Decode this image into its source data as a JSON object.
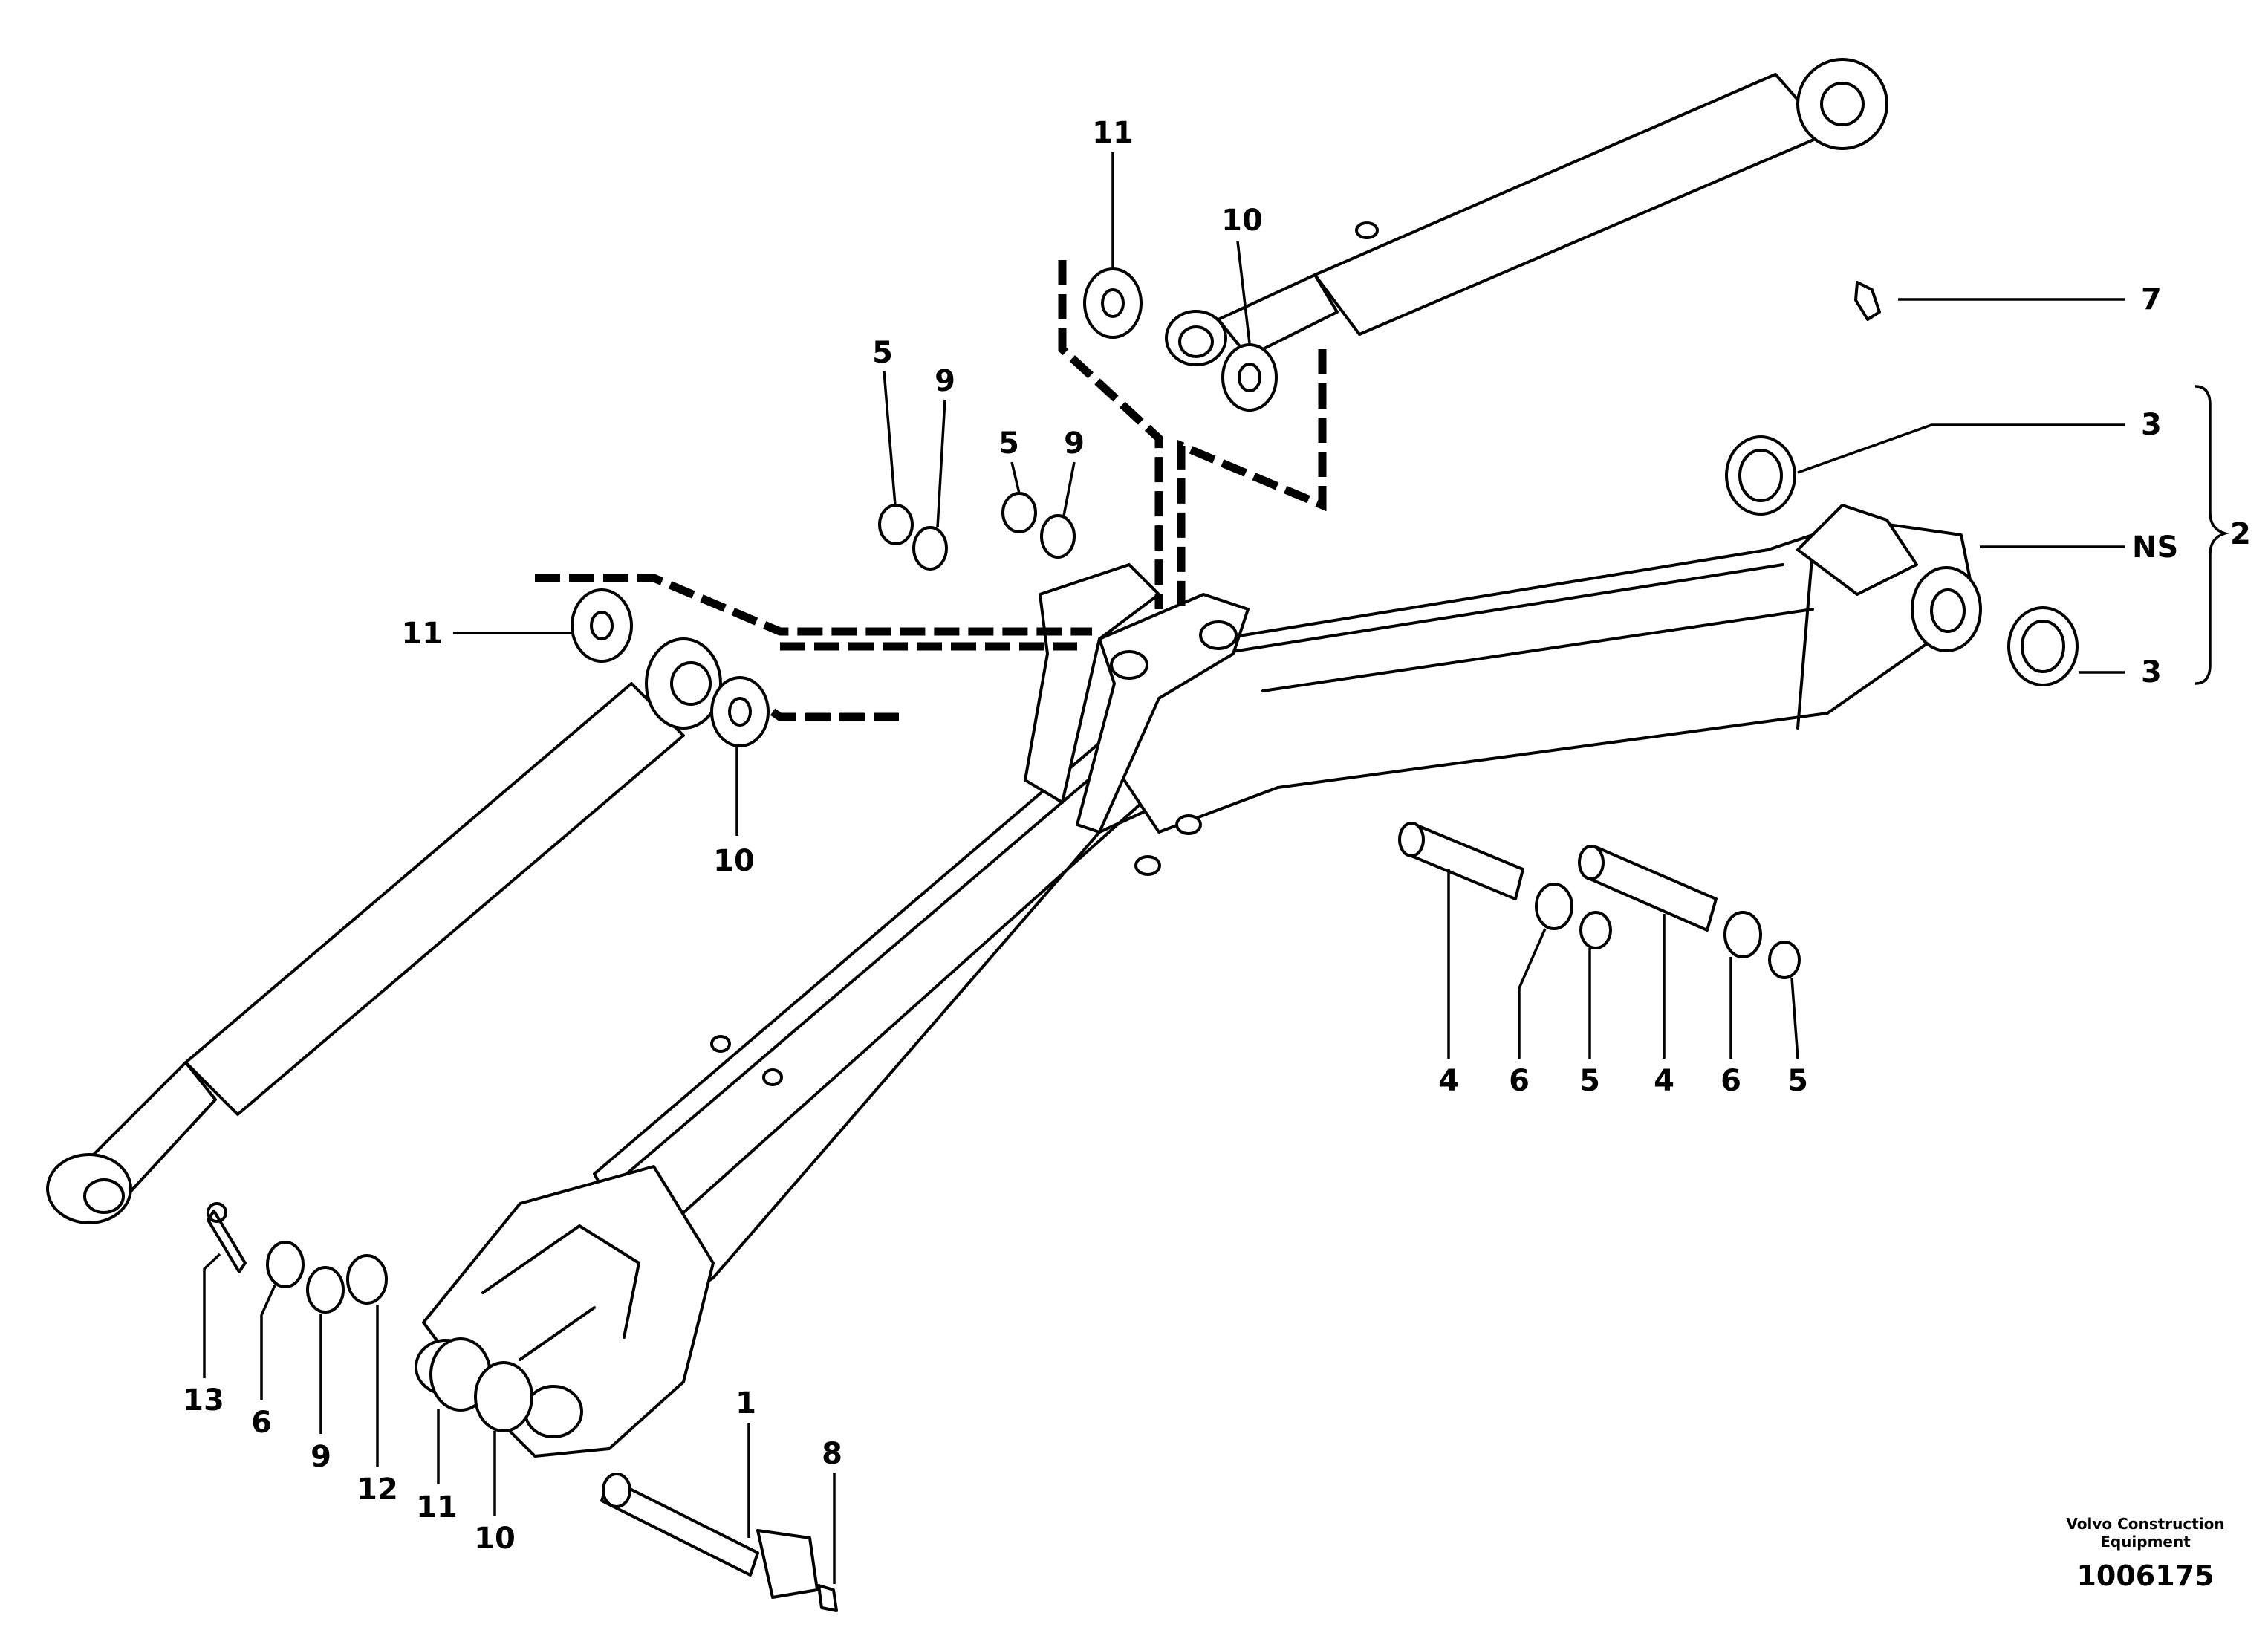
{
  "diagram": {
    "brand_line1": "Volvo Construction",
    "brand_line2": "Equipment",
    "drawing_number": "1006175",
    "callouts": {
      "c1": "1",
      "c2": "2",
      "c3a": "3",
      "c3b": "3",
      "c4a": "4",
      "c4b": "4",
      "c5a": "5",
      "c5b": "5",
      "c5c": "5",
      "c5d": "5",
      "c6a": "6",
      "c6b": "6",
      "c6c": "6",
      "c7": "7",
      "c8": "8",
      "c9a": "9",
      "c9b": "9",
      "c9c": "9",
      "c10a": "10",
      "c10b": "10",
      "c10c": "10",
      "c11a": "11",
      "c11b": "11",
      "c11c": "11",
      "c12": "12",
      "c13": "13",
      "cNS": "NS"
    }
  }
}
